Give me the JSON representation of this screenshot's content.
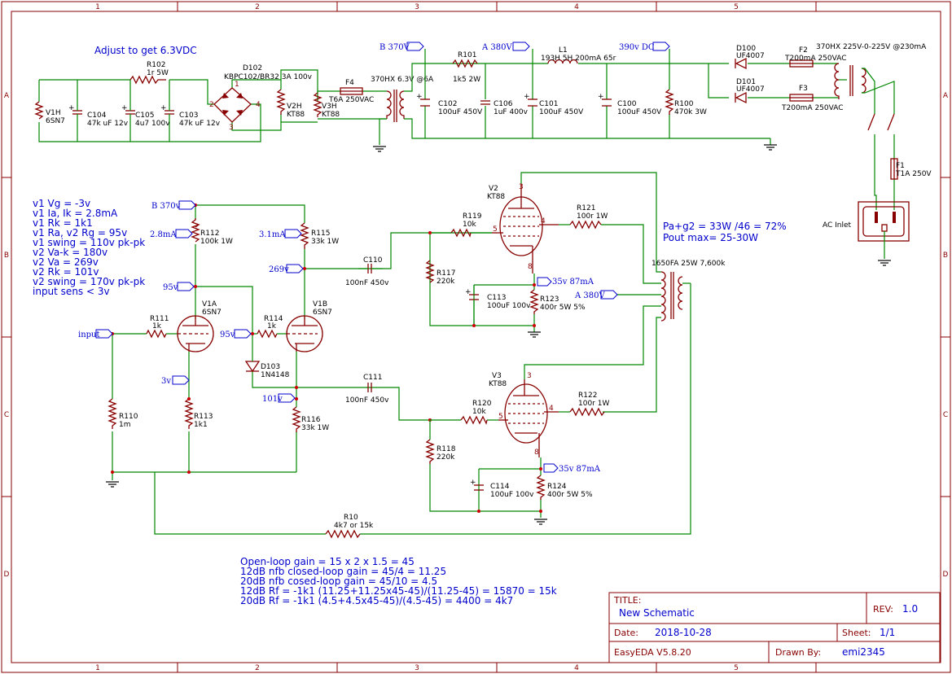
{
  "sheet": {
    "col_labels": [
      "1",
      "2",
      "3",
      "4",
      "5"
    ],
    "row_labels": [
      "A",
      "B",
      "C",
      "D"
    ]
  },
  "notes": {
    "heater_adjust": "Adjust to get 6.3VDC",
    "design": [
      "v1 Vg = -3v",
      "v1 Ia, Ik = 2.8mA",
      "v1 Rk = 1k1",
      "v1 Ra, v2 Rg = 95v",
      "v1 swing = 110v pk-pk",
      "v2 Va-k = 180v",
      "v2 Va = 269v",
      "v2 Rk = 101v",
      "v2 swing = 170v pk-pk",
      "input sens < 3v"
    ],
    "power": [
      "Pa+g2 = 33W /46 = 72%",
      "Pout max= 25-30W"
    ],
    "gain": [
      "Open-loop gain = 15 x 2 x 1.5 = 45",
      "12dB nfb closed-loop gain = 45/4 = 11.25",
      "20dB nfb cosed-loop gain = 45/10 = 4.5",
      "12dB Rf = -1k1 (11.25+11.25x45-45)/(11.25-45) = 15870 = 15k",
      "20dB Rf = -1k1 (4.5+4.5x45-45)/(4.5-45) = 4400 = 4k7"
    ]
  },
  "components": {
    "v1h": [
      "V1H",
      "6SN7"
    ],
    "c104": [
      "C104",
      "47k uF 12v"
    ],
    "r102": [
      "R102",
      "1r 5W"
    ],
    "c105": [
      "C105",
      "4u7 100v"
    ],
    "c103": [
      "C103",
      "47k uF 12v"
    ],
    "d102": [
      "D102",
      "KBPC102/BR32 3A 100v"
    ],
    "v2h": [
      "V2H",
      "KT88"
    ],
    "v3h": [
      "V3H",
      "KT88"
    ],
    "f4": [
      "F4",
      "T6A 250VAC"
    ],
    "t_heater": "370HX 6.3V @6A",
    "c102": [
      "C102",
      "100uF 450V"
    ],
    "r101": [
      "R101",
      "1k5 2W"
    ],
    "c106": [
      "C106",
      "1uF 400v"
    ],
    "c101": [
      "C101",
      "100uF 450V"
    ],
    "l1": [
      "L1",
      "193H 5H 200mA 65r"
    ],
    "c100": [
      "C100",
      "100uF 450V"
    ],
    "r100": [
      "R100",
      "470k 3W"
    ],
    "d100": [
      "D100",
      "UF4007"
    ],
    "d101": [
      "D101",
      "UF4007"
    ],
    "f2": [
      "F2",
      "T200mA 250VAC"
    ],
    "f3": [
      "F3",
      "T200mA 250VAC"
    ],
    "t_power": "370HX 225V-0-225V @230mA",
    "f1": [
      "F1",
      "T1A 250V"
    ],
    "ac_inlet": "AC Inlet",
    "r112": [
      "R112",
      "100k 1W"
    ],
    "r115": [
      "R115",
      "33k 1W"
    ],
    "c110": [
      "C110",
      "100nF 450v"
    ],
    "r111": [
      "R111",
      "1k"
    ],
    "v1a": [
      "V1A",
      "6SN7"
    ],
    "r114": [
      "R114",
      "1k"
    ],
    "v1b": [
      "V1B",
      "6SN7"
    ],
    "d103": [
      "D103",
      "1N4148"
    ],
    "c111": [
      "C111",
      "100nF 450v"
    ],
    "r110": [
      "R110",
      "1m"
    ],
    "r113": [
      "R113",
      "1k1"
    ],
    "r116": [
      "R116",
      "33k 1W"
    ],
    "r10": [
      "R10",
      "4k7 or 15k"
    ],
    "v2": [
      "V2",
      "KT88"
    ],
    "r119": [
      "R119",
      "10k"
    ],
    "r121": [
      "R121",
      "100r 1W"
    ],
    "r117": [
      "R117",
      "220k"
    ],
    "c113": [
      "C113",
      "100uF 100v"
    ],
    "r123": [
      "R123",
      "400r 5W 5%"
    ],
    "v3": [
      "V3",
      "KT88"
    ],
    "r120": [
      "R120",
      "10k"
    ],
    "r122": [
      "R122",
      "100r 1W"
    ],
    "r118": [
      "R118",
      "220k"
    ],
    "c114": [
      "C114",
      "100uF 100v"
    ],
    "r124": [
      "R124",
      "400r 5W 5%"
    ],
    "ot": "1650FA 25W 7,600k"
  },
  "nets": {
    "b370_top": "B 370V",
    "a380_top": "A 380V",
    "dc390": "390v DC",
    "b370_mid": "B 370v",
    "ma28": "2.8mA",
    "ma31": "3.1mA",
    "v269": "269v",
    "v95a": "95v",
    "v95b": "95v",
    "input": "input",
    "v3": "3v",
    "v101": "101v",
    "v35a": "35v 87mA",
    "v35b": "35v 87mA",
    "a380_mid": "A 380V"
  },
  "pins": {
    "p2": "2",
    "p4": "4",
    "p1": "1",
    "p3": "3",
    "v2_3": "3",
    "v2_4": "4",
    "v2_5": "5",
    "v2_8": "8",
    "v3_3": "3",
    "v3_4": "4",
    "v3_5": "5",
    "v3_8": "8"
  },
  "title_block": {
    "title_label": "TITLE:",
    "title": "New Schematic",
    "rev_label": "REV:",
    "rev": "1.0",
    "date_label": "Date:",
    "date": "2018-10-28",
    "sheet_label": "Sheet:",
    "sheet": "1/1",
    "tool": "EasyEDA V5.8.20",
    "drawn_label": "Drawn By:",
    "drawn_by": "emi2345"
  }
}
